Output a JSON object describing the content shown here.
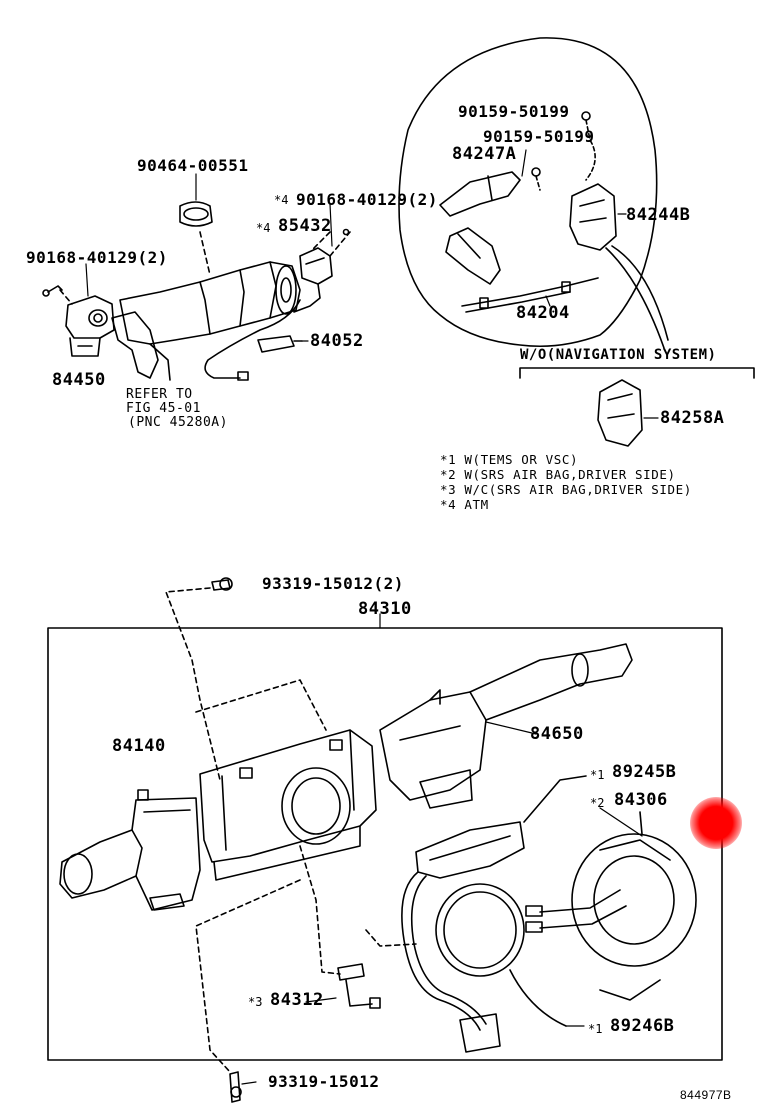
{
  "parts": {
    "p90464": "90464-00551",
    "p90168_top": "90168-40129(2)",
    "p90168_top_mark": "*4",
    "p85432": "85432",
    "p85432_mark": "*4",
    "p90168_left": "90168-40129(2)",
    "p84450": "84450",
    "p84052": "84052",
    "p90159_a": "90159-50199",
    "p90159_b": "90159-50199",
    "p84247A": "84247A",
    "p84244B": "84244B",
    "p84204": "84204",
    "p84258A": "84258A",
    "p93319_top": "93319-15012(2)",
    "p84310": "84310",
    "p84650": "84650",
    "p84140": "84140",
    "p89245B": "89245B",
    "p89245B_mark": "*1",
    "p84306": "84306",
    "p84306_mark": "*2",
    "p84312": "84312",
    "p84312_mark": "*3",
    "p89246B": "89246B",
    "p89246B_mark": "*1",
    "p93319_bot": "93319-15012"
  },
  "refer": {
    "line1": "REFER TO",
    "line2": "FIG 45-01",
    "line3": "(PNC 45280A)"
  },
  "nav_header": "W/O(NAVIGATION SYSTEM)",
  "notes": [
    "*1 W(TEMS OR VSC)",
    "*2 W(SRS AIR BAG,DRIVER SIDE)",
    "*3 W/C(SRS AIR BAG,DRIVER SIDE)",
    "*4 ATM"
  ],
  "figure_code": "844977B",
  "colors": {
    "ink": "#000000",
    "marker": "#ff0000"
  }
}
